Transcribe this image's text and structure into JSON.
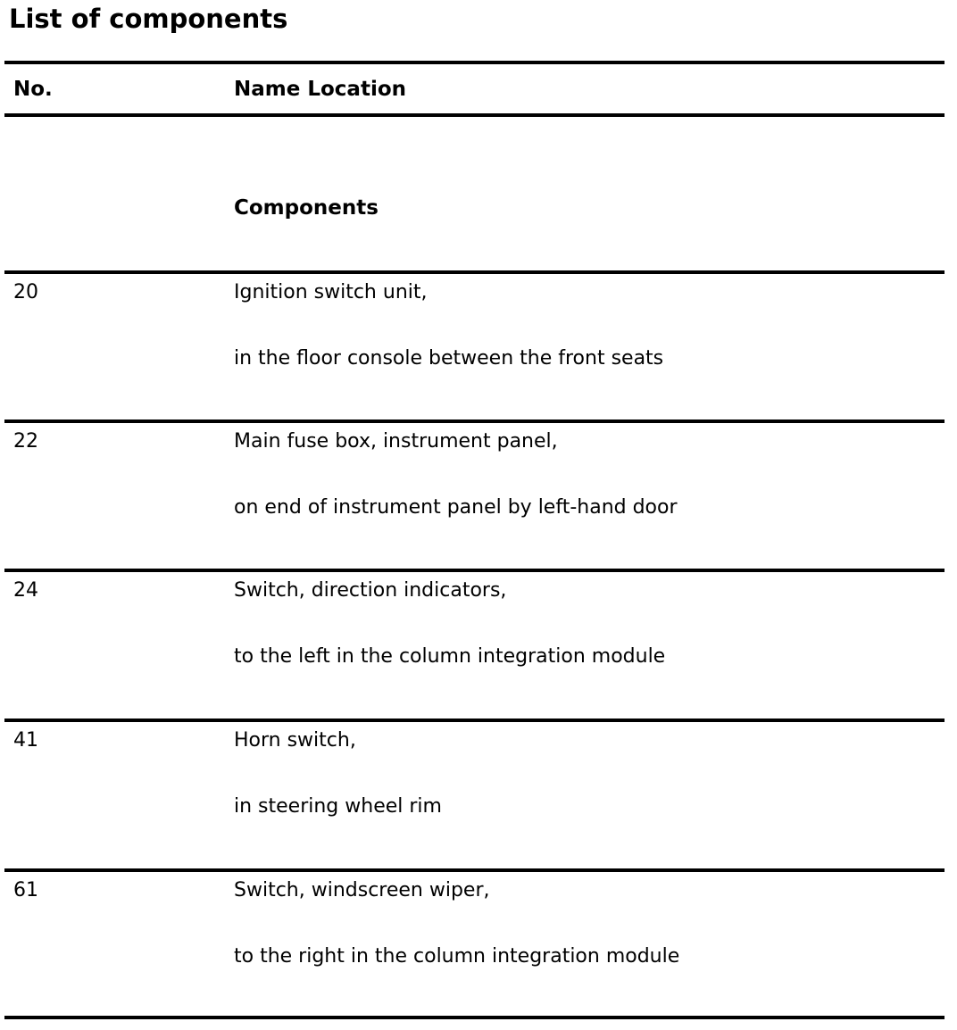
{
  "page": {
    "title": "List of components"
  },
  "table": {
    "headers": {
      "no": "No.",
      "name_location": "Name Location"
    },
    "section_label": "Components",
    "rows": [
      {
        "no": "20",
        "name": "Ignition switch unit,",
        "location": "in the floor console between the front seats"
      },
      {
        "no": "22",
        "name": "Main fuse box, instrument panel,",
        "location": "on end of instrument panel by left-hand door"
      },
      {
        "no": "24",
        "name": "Switch, direction indicators,",
        "location": "to the left in the column integration module"
      },
      {
        "no": "41",
        "name": "Horn switch,",
        "location": "in steering wheel rim"
      },
      {
        "no": "61",
        "name": "Switch, windscreen wiper,",
        "location": "to the right in the column integration module"
      }
    ]
  },
  "colors": {
    "text": "#000000",
    "background": "#ffffff",
    "rule": "#000000"
  }
}
